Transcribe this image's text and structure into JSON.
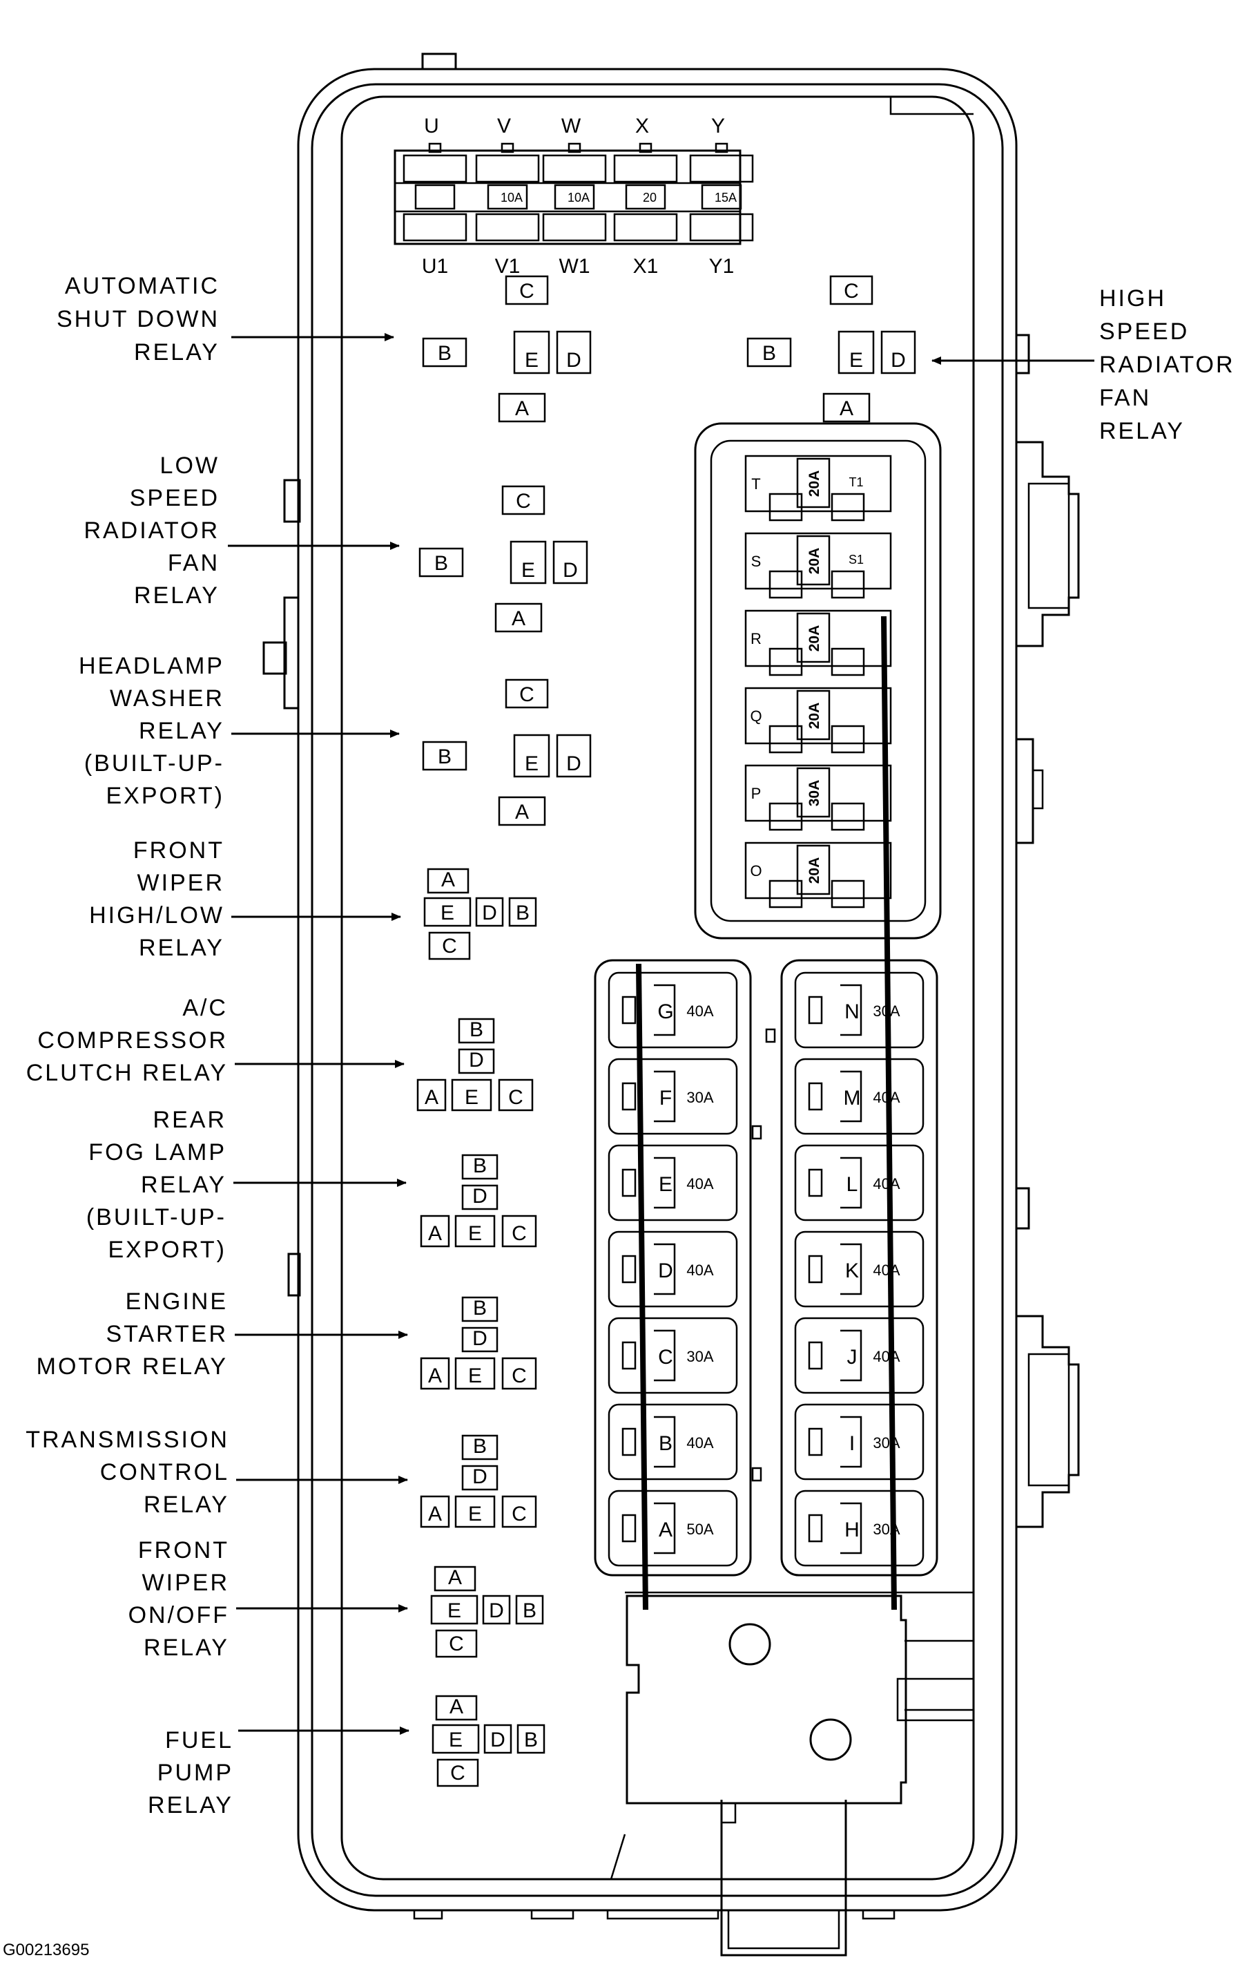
{
  "diagram_id": "G00213695",
  "top_fuses": {
    "top_letters": [
      "U",
      "V",
      "W",
      "X",
      "Y"
    ],
    "bottom_letters": [
      "U1",
      "V1",
      "W1",
      "X1",
      "Y1"
    ],
    "ratings": [
      "",
      "10A",
      "10A",
      "20",
      "15A"
    ]
  },
  "relay_pins": [
    "A",
    "B",
    "C",
    "D",
    "E"
  ],
  "labels": [
    {
      "id": "asd",
      "lines": [
        "AUTOMATIC",
        "SHUT DOWN",
        "RELAY"
      ]
    },
    {
      "id": "hsrf",
      "lines": [
        "HIGH",
        "SPEED",
        "RADIATOR",
        "FAN",
        "RELAY"
      ]
    },
    {
      "id": "lsrf",
      "lines": [
        "LOW",
        "SPEED",
        "RADIATOR",
        "FAN",
        "RELAY"
      ]
    },
    {
      "id": "hlw",
      "lines": [
        "HEADLAMP",
        "WASHER",
        "RELAY",
        "(BUILT-UP-",
        "EXPORT)"
      ]
    },
    {
      "id": "fwhl",
      "lines": [
        "FRONT",
        "WIPER",
        "HIGH/LOW",
        "RELAY"
      ]
    },
    {
      "id": "acc",
      "lines": [
        "A/C",
        "COMPRESSOR",
        "CLUTCH RELAY"
      ]
    },
    {
      "id": "rfl",
      "lines": [
        "REAR",
        "FOG LAMP",
        "RELAY",
        "(BUILT-UP-",
        "EXPORT)"
      ]
    },
    {
      "id": "esm",
      "lines": [
        "ENGINE",
        "STARTER",
        "MOTOR RELAY"
      ]
    },
    {
      "id": "tc",
      "lines": [
        "TRANSMISSION",
        "CONTROL",
        "RELAY"
      ]
    },
    {
      "id": "fwoo",
      "lines": [
        "FRONT",
        "WIPER",
        "ON/OFF",
        "RELAY"
      ]
    },
    {
      "id": "fp",
      "lines": [
        "FUEL",
        "PUMP",
        "RELAY"
      ]
    }
  ],
  "mini_fuses": [
    {
      "letter": "T",
      "rating": "20A",
      "tag": "T1"
    },
    {
      "letter": "S",
      "rating": "20A",
      "tag": "S1"
    },
    {
      "letter": "R",
      "rating": "20A",
      "tag": ""
    },
    {
      "letter": "Q",
      "rating": "20A",
      "tag": ""
    },
    {
      "letter": "P",
      "rating": "30A",
      "tag": ""
    },
    {
      "letter": "O",
      "rating": "20A",
      "tag": ""
    }
  ],
  "cartridge_fuses_left": [
    {
      "letter": "G",
      "rating": "40A"
    },
    {
      "letter": "F",
      "rating": "30A"
    },
    {
      "letter": "E",
      "rating": "40A"
    },
    {
      "letter": "D",
      "rating": "40A"
    },
    {
      "letter": "C",
      "rating": "30A"
    },
    {
      "letter": "B",
      "rating": "40A"
    },
    {
      "letter": "A",
      "rating": "50A"
    }
  ],
  "cartridge_fuses_right": [
    {
      "letter": "N",
      "rating": "30A"
    },
    {
      "letter": "M",
      "rating": "40A"
    },
    {
      "letter": "L",
      "rating": "40A"
    },
    {
      "letter": "K",
      "rating": "40A"
    },
    {
      "letter": "J",
      "rating": "40A"
    },
    {
      "letter": "I",
      "rating": "30A"
    },
    {
      "letter": "H",
      "rating": "30A"
    }
  ]
}
